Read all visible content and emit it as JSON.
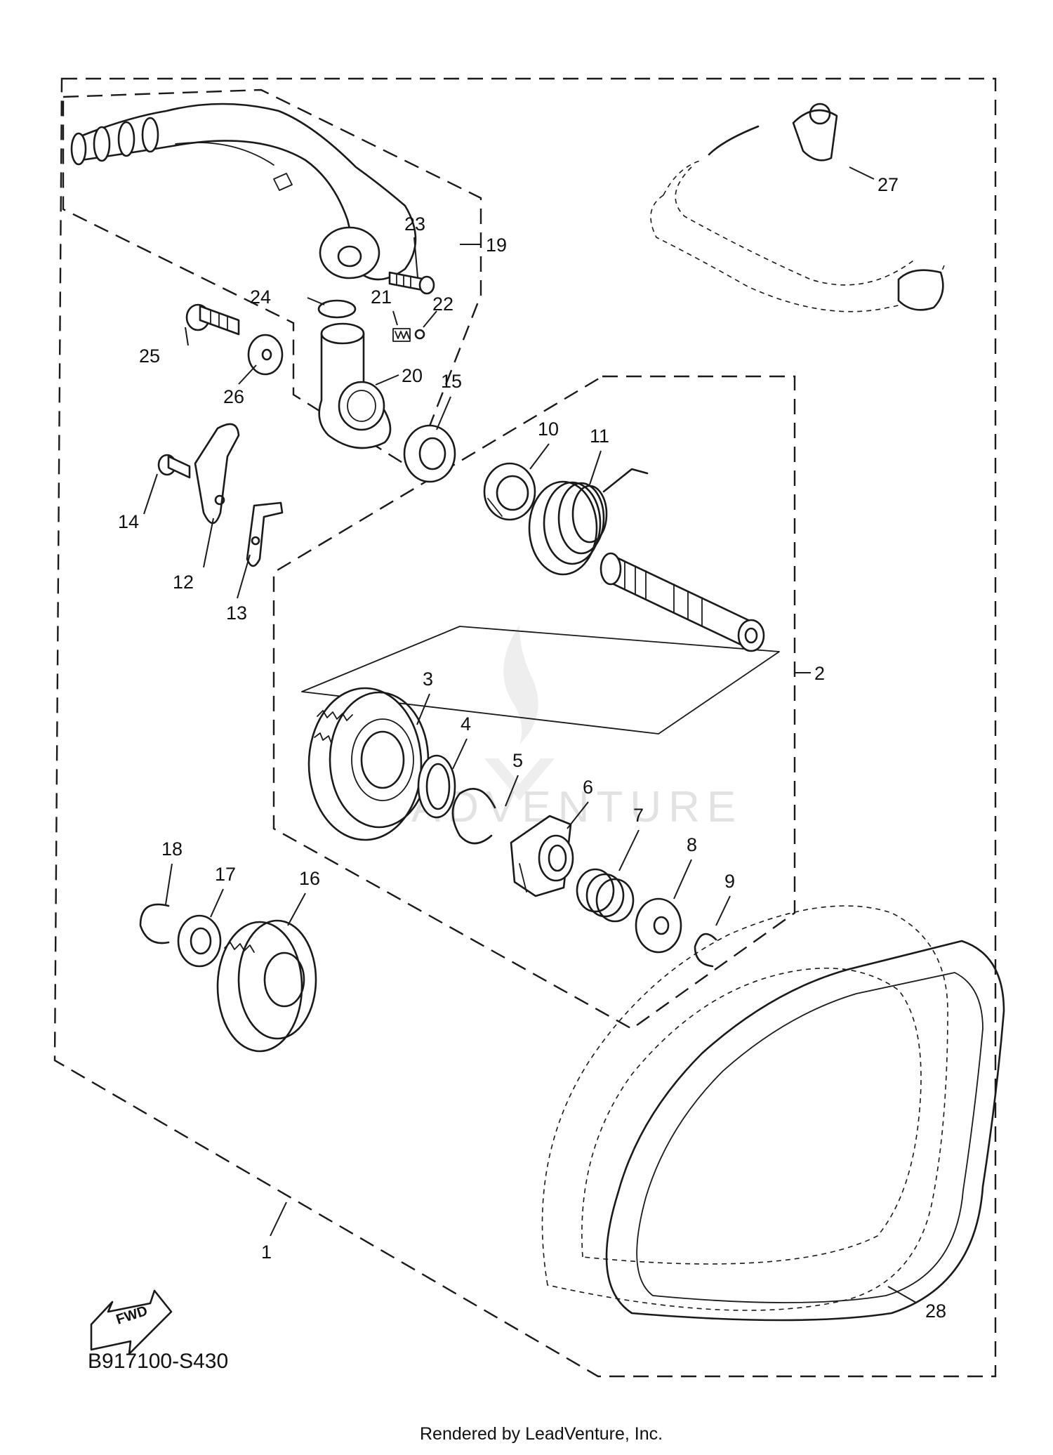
{
  "diagram": {
    "drawing_code": "B917100-S430",
    "credit": "Rendered by LeadVenture, Inc.",
    "watermark": "LEADVENTURE",
    "fwd_label": "FWD",
    "callouts": [
      "1",
      "2",
      "3",
      "4",
      "5",
      "6",
      "7",
      "8",
      "9",
      "10",
      "11",
      "12",
      "13",
      "14",
      "15",
      "16",
      "17",
      "18",
      "19",
      "20",
      "21",
      "22",
      "23",
      "24",
      "25",
      "26",
      "27",
      "28"
    ]
  }
}
